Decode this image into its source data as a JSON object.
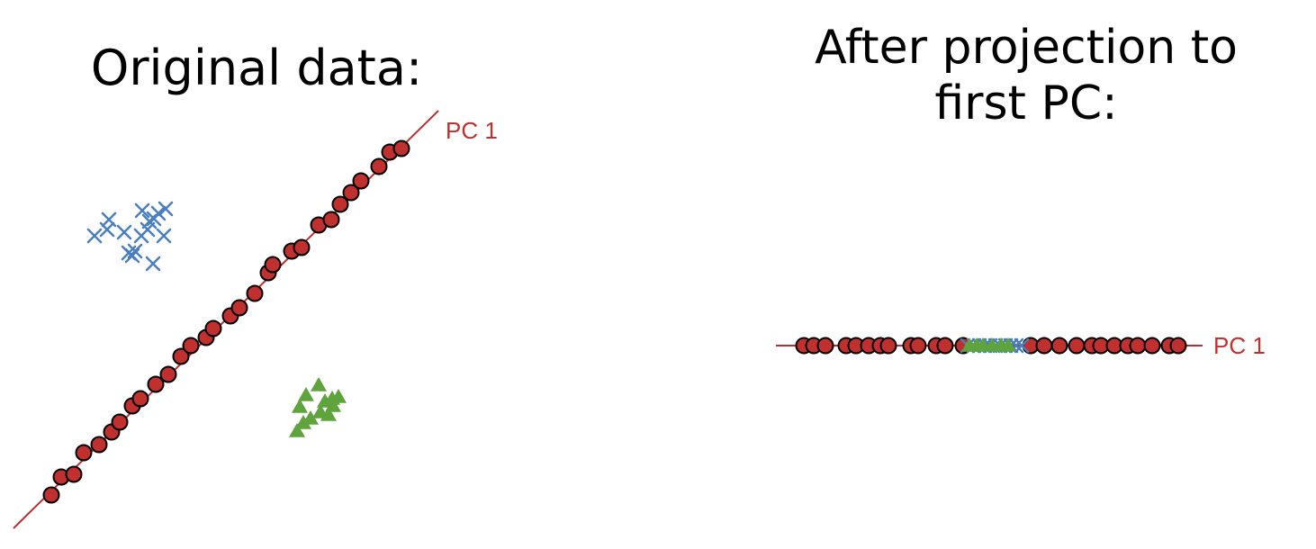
{
  "left_panel": {
    "title": "Original data:",
    "axis_label": "PC 1"
  },
  "right_panel": {
    "title_lines": [
      "After projection to",
      "first PC:"
    ],
    "axis_label": "PC 1"
  },
  "colors": {
    "axis_line": "#b83232",
    "circle_fill": "#c0302f",
    "circle_stroke": "#000000",
    "cross": "#4a7fbd",
    "triangle": "#5fa33c",
    "label": "#c0302f"
  },
  "chart_data": [
    {
      "type": "scatter",
      "title": "Original data:",
      "axis": "PC 1",
      "series": [
        {
          "marker": "circle",
          "color": "#c0302f",
          "points": [
            [
              57,
              550
            ],
            [
              68,
              530
            ],
            [
              82,
              527
            ],
            [
              93,
              503
            ],
            [
              110,
              494
            ],
            [
              124,
              480
            ],
            [
              133,
              469
            ],
            [
              147,
              451
            ],
            [
              156,
              443
            ],
            [
              173,
              427
            ],
            [
              187,
              416
            ],
            [
              201,
              396
            ],
            [
              212,
              384
            ],
            [
              229,
              375
            ],
            [
              237,
              365
            ],
            [
              256,
              351
            ],
            [
              266,
              342
            ],
            [
              283,
              326
            ],
            [
              298,
              303
            ],
            [
              303,
              294
            ],
            [
              324,
              279
            ],
            [
              335,
              275
            ],
            [
              354,
              250
            ],
            [
              368,
              244
            ],
            [
              378,
              227
            ],
            [
              390,
              214
            ],
            [
              401,
              201
            ],
            [
              421,
              185
            ],
            [
              433,
              169
            ],
            [
              446,
              165
            ]
          ]
        },
        {
          "marker": "cross",
          "color": "#4a7fbd",
          "points": [
            [
              105,
              262
            ],
            [
              119,
              255
            ],
            [
              121,
              244
            ],
            [
              138,
              258
            ],
            [
              143,
              281
            ],
            [
              147,
              284
            ],
            [
              150,
              279
            ],
            [
              157,
              262
            ],
            [
              158,
              234
            ],
            [
              164,
              255
            ],
            [
              166,
              246
            ],
            [
              171,
              243
            ],
            [
              176,
              237
            ],
            [
              182,
              262
            ],
            [
              184,
              232
            ],
            [
              170,
              293
            ]
          ]
        },
        {
          "marker": "triangle",
          "color": "#5fa33c",
          "points": [
            [
              330,
              479
            ],
            [
              337,
              470
            ],
            [
              340,
              439
            ],
            [
              333,
              452
            ],
            [
              345,
              465
            ],
            [
              356,
              458
            ],
            [
              354,
              428
            ],
            [
              365,
              461
            ],
            [
              369,
              443
            ],
            [
              376,
              441
            ],
            [
              370,
              451
            ],
            [
              361,
              446
            ]
          ]
        }
      ]
    },
    {
      "type": "scatter",
      "title": "After projection to first PC:",
      "axis": "PC 1",
      "series": [
        {
          "marker": "circle",
          "color": "#c0302f",
          "points": [
            [
              893,
              384
            ],
            [
              904,
              384
            ],
            [
              917,
              384
            ],
            [
              940,
              384
            ],
            [
              951,
              384
            ],
            [
              965,
              384
            ],
            [
              978,
              384
            ],
            [
              987,
              384
            ],
            [
              1012,
              384
            ],
            [
              1020,
              384
            ],
            [
              1040,
              384
            ],
            [
              1050,
              384
            ],
            [
              1070,
              384
            ],
            [
              1145,
              384
            ],
            [
              1160,
              384
            ],
            [
              1177,
              384
            ],
            [
              1196,
              384
            ],
            [
              1213,
              384
            ],
            [
              1223,
              384
            ],
            [
              1238,
              384
            ],
            [
              1253,
              384
            ],
            [
              1264,
              384
            ],
            [
              1280,
              384
            ],
            [
              1299,
              384
            ],
            [
              1309,
              384
            ]
          ]
        },
        {
          "marker": "cross",
          "color": "#4a7fbd",
          "points": [
            [
              1075,
              384
            ],
            [
              1082,
              384
            ],
            [
              1088,
              384
            ],
            [
              1094,
              384
            ],
            [
              1100,
              384
            ],
            [
              1106,
              384
            ],
            [
              1111,
              384
            ],
            [
              1117,
              384
            ],
            [
              1123,
              384
            ],
            [
              1129,
              384
            ],
            [
              1135,
              384
            ]
          ]
        },
        {
          "marker": "triangle",
          "color": "#5fa33c",
          "points": [
            [
              1077,
              384
            ],
            [
              1085,
              384
            ],
            [
              1092,
              384
            ],
            [
              1102,
              384
            ],
            [
              1112,
              384
            ],
            [
              1120,
              384
            ]
          ]
        }
      ]
    }
  ]
}
